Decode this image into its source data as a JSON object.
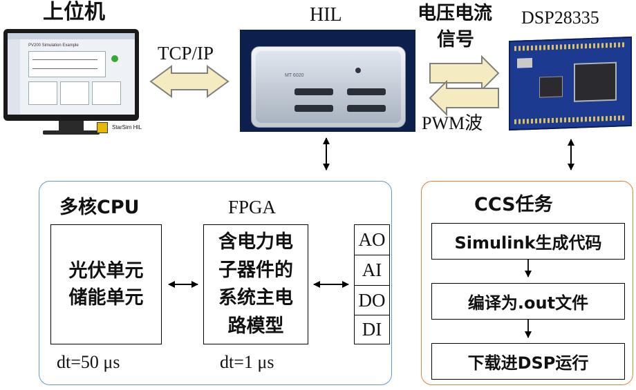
{
  "top": {
    "host_label": "上位机",
    "tcpip_label": "TCP/IP",
    "hil_label": "HIL",
    "signal_label_line1": "电压电流",
    "signal_label_line2": "信号",
    "dsp_label": "DSP28335",
    "pwm_label": "PWM波",
    "host_screen_title": "PV200 Simulation Example",
    "host_brand": "StarSim HIL",
    "hil_panel_text": "MT 6020"
  },
  "hil_box": {
    "cpu_title": "多核CPU",
    "cpu_content_line1": "光伏单元",
    "cpu_content_line2": "储能单元",
    "cpu_dt": "dt=50 μs",
    "fpga_title": "FPGA",
    "fpga_content": [
      "含电力电",
      "子器件的",
      "系统主电",
      "路模型"
    ],
    "fpga_dt": "dt=1 μs",
    "io": [
      "AO",
      "AI",
      "DO",
      "DI"
    ]
  },
  "ccs_box": {
    "title": "CCS任务",
    "steps": [
      "Simulink生成代码",
      "编译为.out文件",
      "下载进DSP运行"
    ]
  },
  "colors": {
    "hil_border": "#5b9bd5",
    "ccs_border": "#ed7d31",
    "arrow_fill": "#f5ebc0",
    "arrow_stroke": "#7f7f7f"
  }
}
